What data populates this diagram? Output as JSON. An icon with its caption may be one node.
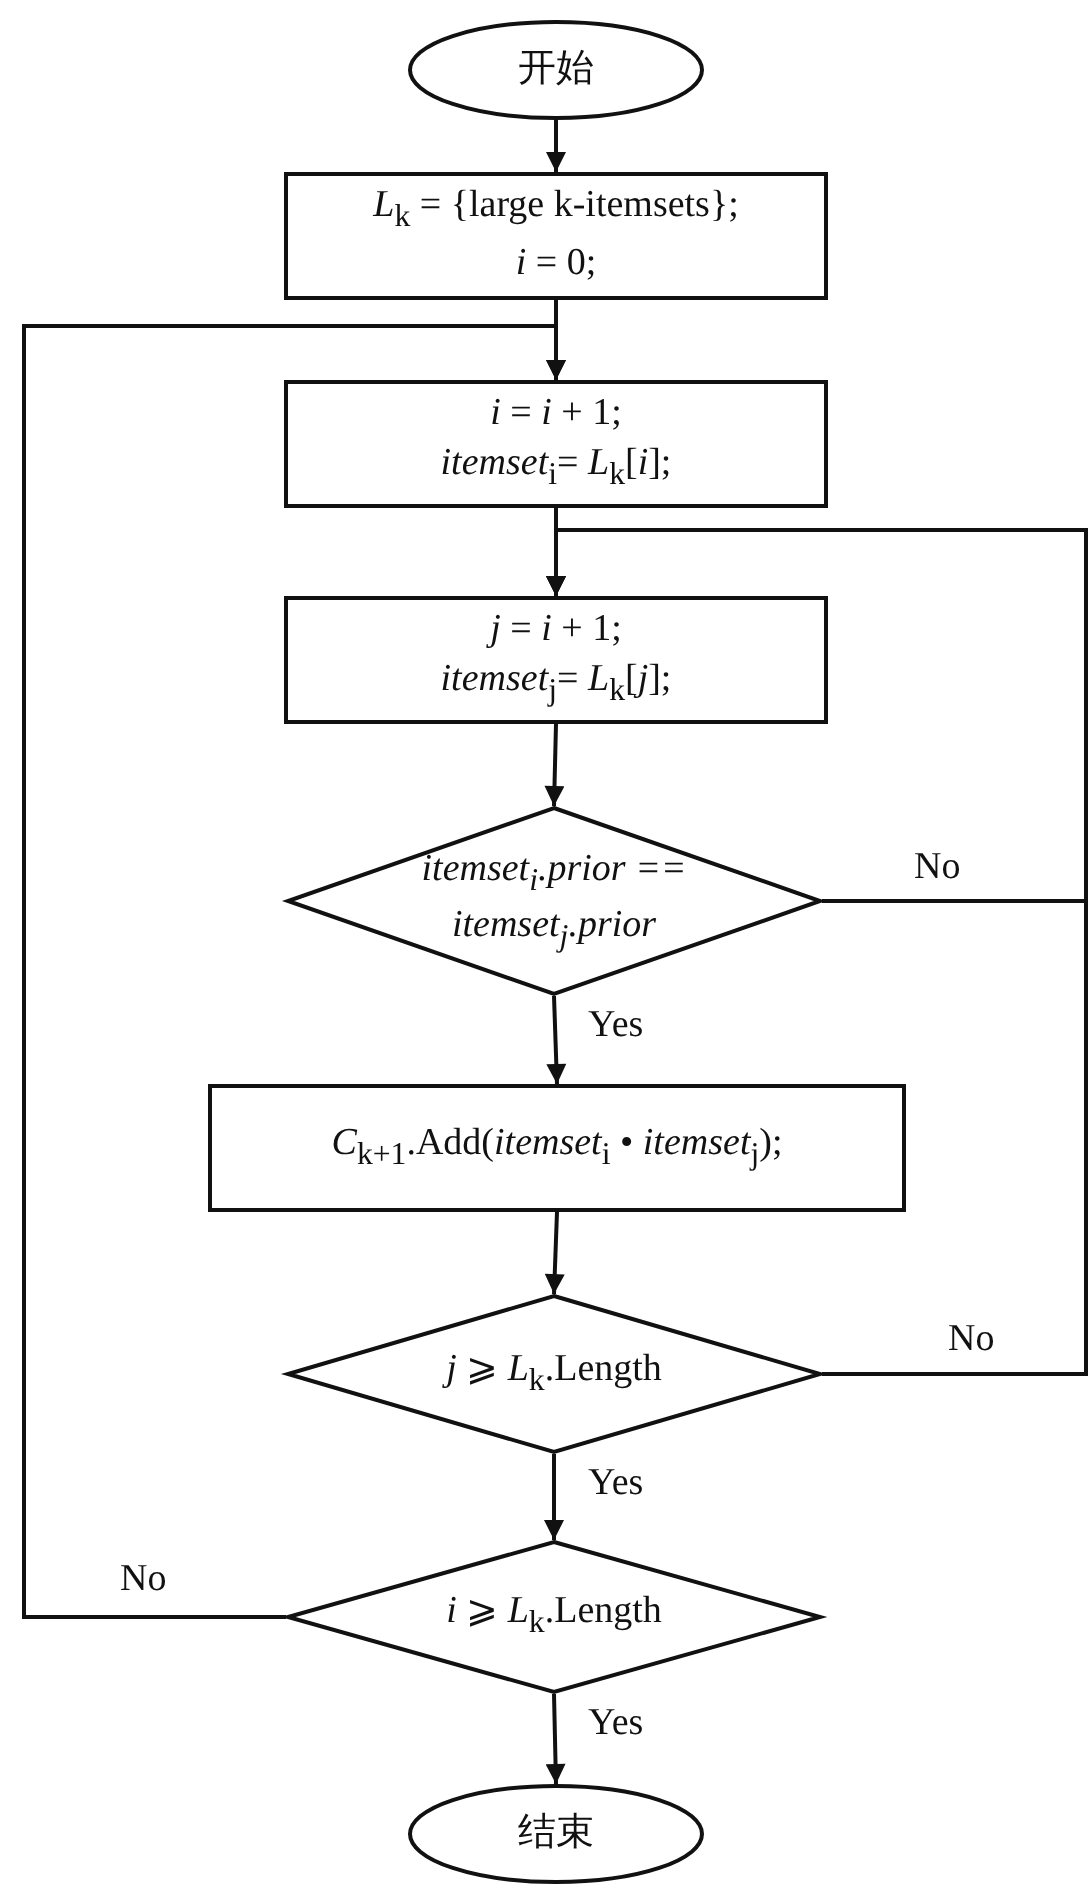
{
  "diagram": {
    "nodes": [
      {
        "text": [
          "开始"
        ]
      },
      {
        "text": [
          "*L*$_{k}$ = {large k-itemsets};",
          "*i* = 0;"
        ]
      },
      {
        "text": [
          "*i* = *i* + 1;",
          "*itemset*$_{i}$= *L*$_{k}$[*i*];"
        ]
      },
      {
        "text": [
          "*j* = *i* + 1;",
          "*itemset*$_{j}$= *L*$_{k}$[*j*];"
        ]
      },
      {
        "text": [
          "itemset$_{i}$.prior == itemset$_{j}$.prior"
        ]
      },
      {
        "text": [
          "*C*$_{k+1}$.Add(*itemset*$_{i}$ • *itemset*$_{j}$);"
        ]
      },
      {
        "text": [
          "*j* ⩾ *L*$_{k}$.Length"
        ]
      },
      {
        "text": [
          "*i* ⩾ *L*$_{k}$.Length"
        ]
      },
      {
        "text": [
          "结束"
        ]
      }
    ],
    "edges": [
      {
        "from": 0,
        "to": 1,
        "arrow": "to"
      },
      {
        "from": 1,
        "to": 2,
        "arrow": "to"
      },
      {
        "from": 2,
        "to": 3,
        "arrow": "to"
      },
      {
        "from": 3,
        "to": 4,
        "arrow": "to"
      },
      {
        "from": 4,
        "to": 3,
        "arrow": "to",
        "label": "No"
      },
      {
        "from": 4,
        "to": 5,
        "arrow": "to",
        "label": "Yes"
      },
      {
        "from": 5,
        "to": 6,
        "arrow": "to"
      },
      {
        "from": 6,
        "to": 3,
        "arrow": "to",
        "label": "No"
      },
      {
        "from": 6,
        "to": 7,
        "arrow": "to",
        "label": "Yes"
      },
      {
        "from": 7,
        "to": 2,
        "arrow": "to",
        "label": "No"
      },
      {
        "from": 7,
        "to": 8,
        "arrow": "to",
        "label": "Yes"
      }
    ]
  }
}
